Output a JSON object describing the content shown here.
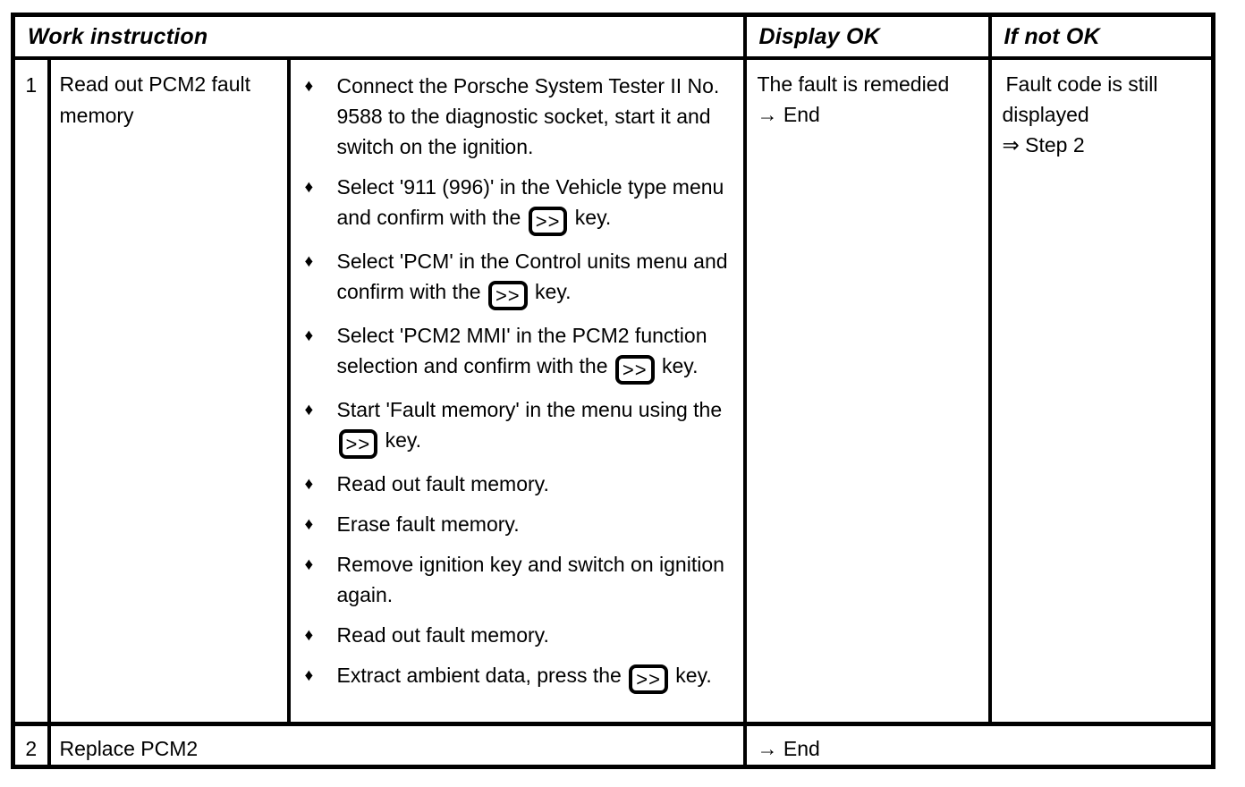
{
  "page": {
    "background": "#ffffff",
    "text_color": "#000000",
    "border_color": "#000000"
  },
  "table": {
    "bullet_glyph": "♦",
    "headers": {
      "work_instruction": "Work instruction",
      "display_ok": "Display OK",
      "if_not_ok": "If not OK"
    },
    "rows": [
      {
        "step": "1",
        "task": "Read out PCM2 fault memory",
        "instructions": [
          {
            "segments": [
              {
                "text": "Connect the Porsche System Tester II No. 9588 to the diagnostic socket, start it and switch on the ignition."
              }
            ]
          },
          {
            "segments": [
              {
                "text": "Select '911 (996)' in the Vehicle type menu and confirm with the "
              },
              {
                "key": ">>"
              },
              {
                "text": " key."
              }
            ]
          },
          {
            "segments": [
              {
                "text": "Select 'PCM' in the Control units menu and confirm with the "
              },
              {
                "key": ">>"
              },
              {
                "text": " key."
              }
            ]
          },
          {
            "segments": [
              {
                "text": "Select 'PCM2 MMI' in the PCM2 function selection and confirm with the "
              },
              {
                "key": ">>"
              },
              {
                "text": " key."
              }
            ]
          },
          {
            "segments": [
              {
                "text": "Start 'Fault memory' in the menu using the "
              },
              {
                "key": ">>"
              },
              {
                "text": " key."
              }
            ]
          },
          {
            "segments": [
              {
                "text": "Read out fault memory."
              }
            ]
          },
          {
            "segments": [
              {
                "text": "Erase fault memory."
              }
            ]
          },
          {
            "segments": [
              {
                "text": "Remove ignition key and switch on ignition again."
              }
            ]
          },
          {
            "segments": [
              {
                "text": "Read out fault memory."
              }
            ]
          },
          {
            "segments": [
              {
                "text": "Extract ambient data, press the "
              },
              {
                "key": ">>"
              },
              {
                "text": " key."
              }
            ]
          }
        ],
        "display_ok": {
          "line1": "The fault is remedied",
          "line2": "→ End"
        },
        "if_not_ok": {
          "line1": "Fault code is still displayed",
          "line2": "⇒ Step 2"
        }
      },
      {
        "step": "2",
        "task": "Replace PCM2",
        "result": "→ End"
      }
    ]
  }
}
